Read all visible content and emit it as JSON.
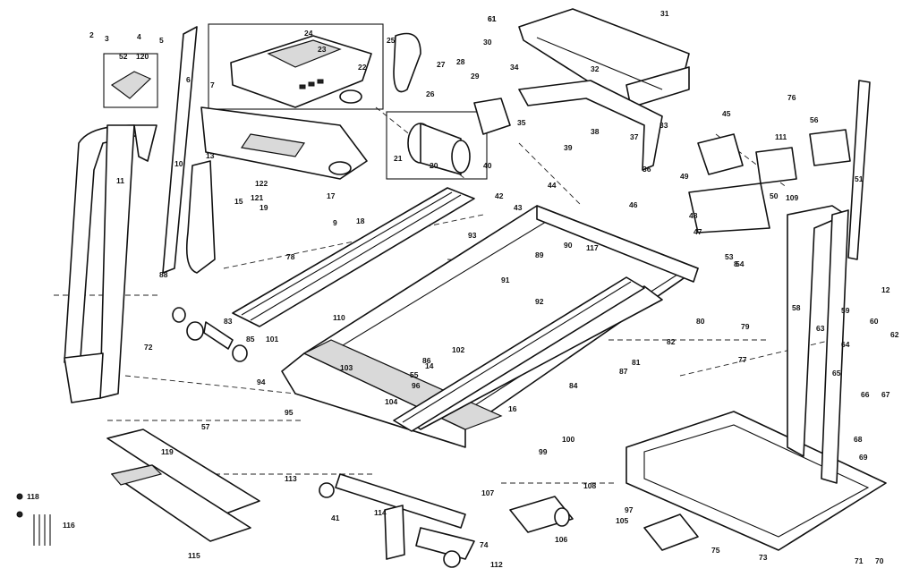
{
  "diagram": {
    "callouts": [
      "2",
      "3",
      "4",
      "52",
      "120",
      "5",
      "61",
      "24",
      "23",
      "22",
      "25",
      "27",
      "28",
      "29",
      "30",
      "34",
      "31",
      "32",
      "33",
      "36",
      "76",
      "56",
      "45",
      "111",
      "109",
      "51",
      "12",
      "58",
      "59",
      "60",
      "61",
      "62",
      "63",
      "64",
      "65",
      "66",
      "67",
      "68",
      "69",
      "70",
      "71",
      "72",
      "73",
      "74",
      "75",
      "77",
      "78",
      "79",
      "80",
      "81",
      "82",
      "83",
      "84",
      "85",
      "86",
      "87",
      "88",
      "89",
      "90",
      "91",
      "92",
      "93",
      "94",
      "95",
      "96",
      "97",
      "99",
      "100",
      "101",
      "102",
      "103",
      "104",
      "105",
      "106",
      "107",
      "108",
      "110",
      "112",
      "113",
      "114",
      "115",
      "116",
      "117",
      "118",
      "119",
      "121",
      "122",
      "6",
      "7",
      "8",
      "9",
      "10",
      "11",
      "13",
      "14",
      "15",
      "16",
      "17",
      "18",
      "19",
      "20",
      "21",
      "26",
      "35",
      "37",
      "38",
      "39",
      "40",
      "41",
      "42",
      "43",
      "44",
      "46",
      "47",
      "48",
      "49",
      "50",
      "53",
      "54",
      "55",
      "57"
    ]
  }
}
